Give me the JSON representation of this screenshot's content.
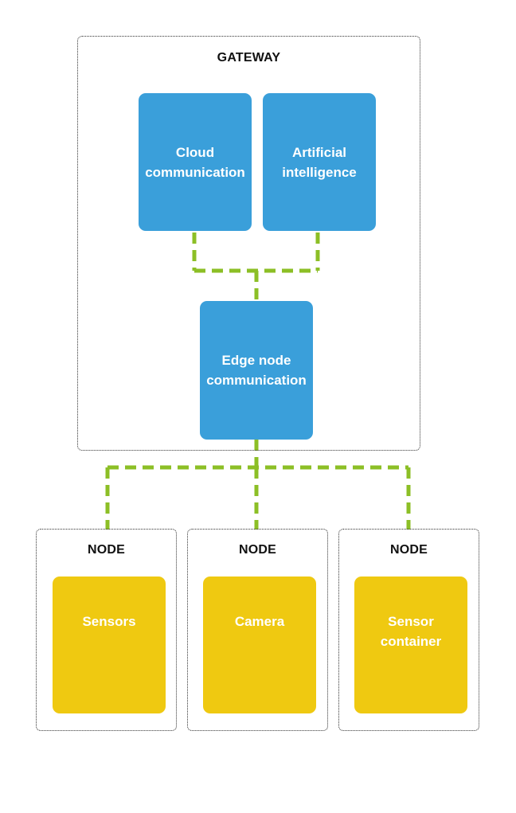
{
  "gateway": {
    "title": "GATEWAY",
    "modules": [
      {
        "label": "Cloud\ncommunication"
      },
      {
        "label": "Artificial\nintelligence"
      },
      {
        "label": "Edge node\ncommunication"
      }
    ]
  },
  "nodes": [
    {
      "title": "NODE",
      "device": "Sensors"
    },
    {
      "title": "NODE",
      "device": "Camera"
    },
    {
      "title": "NODE",
      "device": "Sensor\ncontainer"
    }
  ],
  "colors": {
    "gateway_module": "#3a9fda",
    "node_device": "#efc911",
    "link": "#8cbf26",
    "border": "#333333"
  }
}
